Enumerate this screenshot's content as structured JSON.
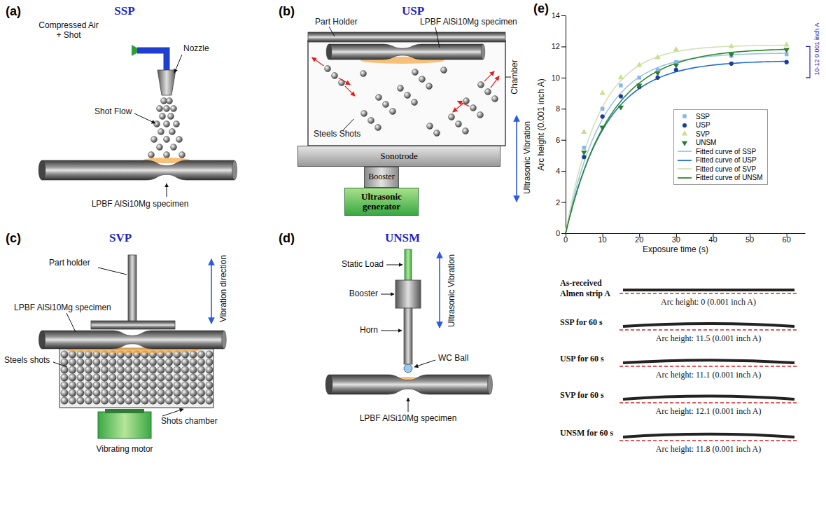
{
  "diagram": {
    "nodes": [
      {
        "text": [
          "Sonotrode"
        ]
      },
      {
        "text": [
          "Booster"
        ]
      },
      {
        "text": [
          "Ultrasonic generator"
        ]
      }
    ],
    "labels": [
      "(a)",
      "SSP",
      "Compressed Air + Shot",
      "Nozzle",
      "Shot Flow",
      "LPBF AlSi10Mg specimen",
      "(b)",
      "USP",
      "Part Holder",
      "LPBF AlSi10Mg specimen",
      "Chamber",
      "Steels Shots",
      "Ultrasonic Vibration",
      "(c)",
      "SVP",
      "Part holder",
      "Vibration direction",
      "LPBF AlSi10Mg specimen",
      "Steels shots",
      "Shots chamber",
      "Vibrating motor",
      "(d)",
      "UNSM",
      "Static Load",
      "Booster",
      "Horn",
      "Ultrasonic Vibration",
      "WC Ball",
      "LPBF AlSi10Mg specimen",
      "(e)",
      "Arc height (0.001 inch A)",
      "Exposure time (s)",
      "0",
      "2",
      "4",
      "6",
      "8",
      "10",
      "12",
      "14",
      "0",
      "10",
      "20",
      "30",
      "40",
      "50",
      "60",
      "10-12 0.001 inch A",
      "As-received Almen strip A",
      "Arc height: 0 (0.001 inch A)",
      "SSP for 60 s",
      "Arc height: 11.5 (0.001 inch A)",
      "USP for 60 s",
      "Arc height: 11.1 (0.001 inch A)",
      "SVP for 60 s",
      "Arc height: 12.1 (0.001 inch A)",
      "UNSM for 60 s",
      "Arc height: 11.8 (0.001 inch A)"
    ],
    "legend": [
      {
        "text": "SSP"
      },
      {
        "text": "USP"
      },
      {
        "text": "SVP"
      },
      {
        "text": "UNSM"
      },
      {
        "text": "Fitted curve of SSP"
      },
      {
        "text": "Fitted curve of USP"
      },
      {
        "text": "Fitted curve of SVP"
      },
      {
        "text": "Fitted curve of UNSM"
      }
    ]
  }
}
